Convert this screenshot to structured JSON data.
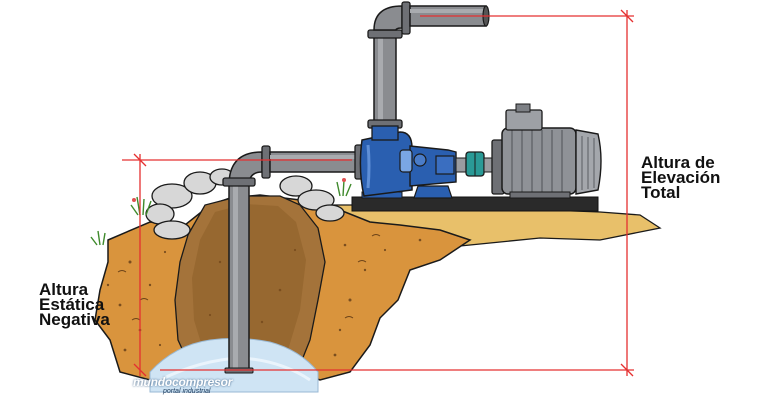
{
  "labels": {
    "static_head": [
      "Altura",
      "Estática",
      "Negativa"
    ],
    "total_head": [
      "Altura de",
      "Elevación",
      "Total"
    ]
  },
  "logo": {
    "brand": "mundocompresor",
    "tagline": "portal industrial"
  },
  "colors": {
    "outline": "#1a1a1a",
    "pipe": "#8a8c90",
    "pipe_dark": "#6e7075",
    "pump_blue": "#2a5fb0",
    "coupling_teal": "#2a9a96",
    "motor_gray": "#8f9297",
    "soil_orange": "#d9943d",
    "soil_brown": "#a4733a",
    "soil_dark": "#7a4e1f",
    "sand": "#e8c06a",
    "water": "#cfe4f4",
    "stone": "#d7d7d7",
    "base": "#2a2a2a",
    "dimension_red": "#e53030"
  }
}
